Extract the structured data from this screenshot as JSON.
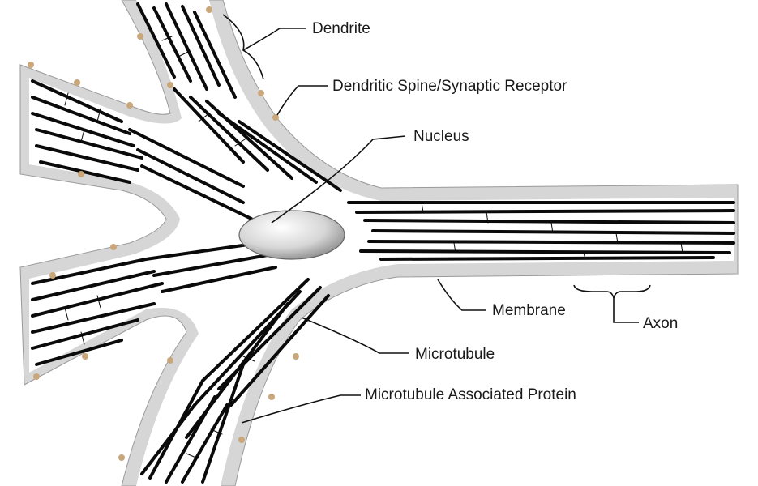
{
  "labels": {
    "dendrite": "Dendrite",
    "spine": "Dendritic Spine/Synaptic Receptor",
    "nucleus": "Nucleus",
    "membrane": "Membrane",
    "axon": "Axon",
    "microtubule": "Microtubule",
    "map": "Microtubule Associated Protein"
  },
  "colors": {
    "membrane_fill": "#d9d9d9",
    "cytoplasm": "#ffffff",
    "microtubule": "#0a0a0a",
    "spine": "#c9a77a",
    "nucleus": "#cfcfcf"
  }
}
